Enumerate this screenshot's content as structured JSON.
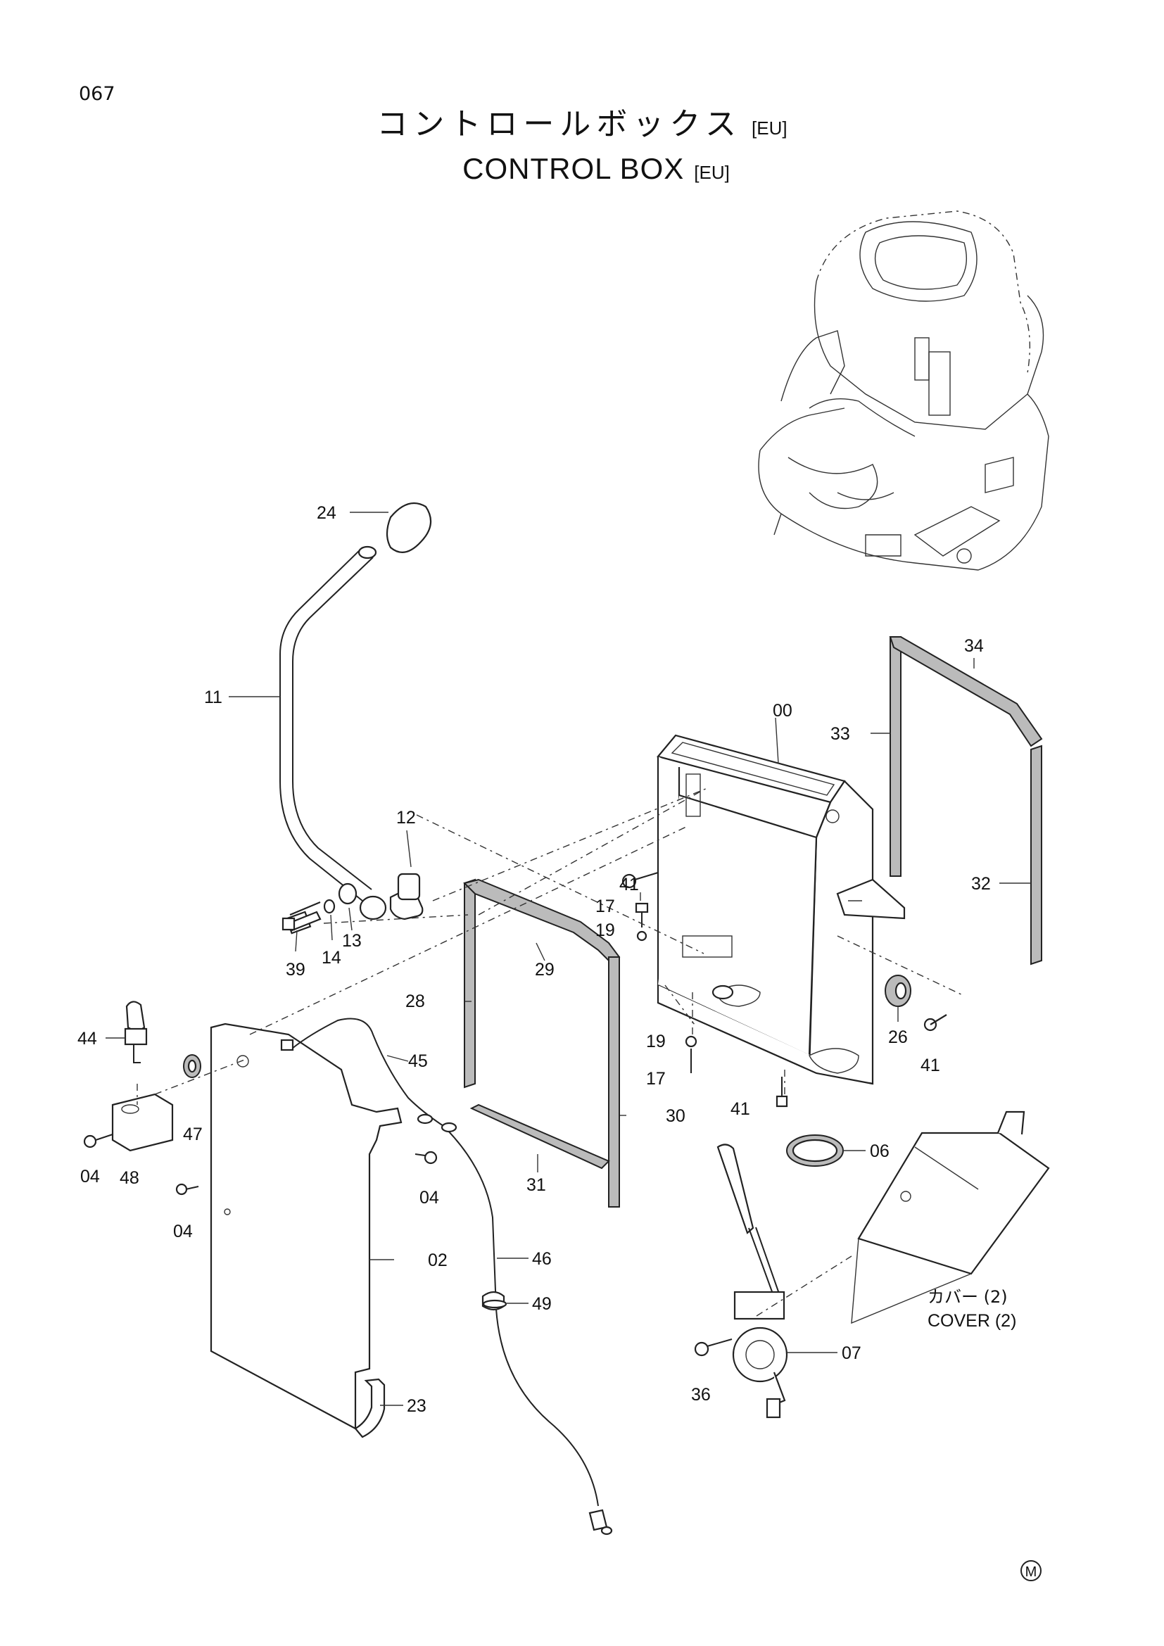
{
  "page_number": "067",
  "title": {
    "japanese": "コントロールボックス",
    "japanese_tag": "[EU]",
    "english": "CONTROL BOX",
    "english_tag": "[EU]"
  },
  "callouts": {
    "c00": "00",
    "c02": "02",
    "c04a": "04",
    "c04b": "04",
    "c04c": "04",
    "c06": "06",
    "c07": "07",
    "c11": "11",
    "c12": "12",
    "c13": "13",
    "c14": "14",
    "c17a": "17",
    "c17b": "17",
    "c19a": "19",
    "c19b": "19",
    "c23": "23",
    "c24": "24",
    "c26": "26",
    "c28": "28",
    "c29": "29",
    "c30": "30",
    "c31": "31",
    "c32": "32",
    "c33": "33",
    "c34": "34",
    "c36": "36",
    "c39": "39",
    "c41a": "41",
    "c41b": "41",
    "c41c": "41",
    "c44": "44",
    "c45": "45",
    "c46": "46",
    "c47": "47",
    "c48": "48",
    "c49": "49"
  },
  "cover_note": {
    "japanese": "カバー (2)",
    "english": "COVER (2)"
  },
  "corner_mark": "M"
}
